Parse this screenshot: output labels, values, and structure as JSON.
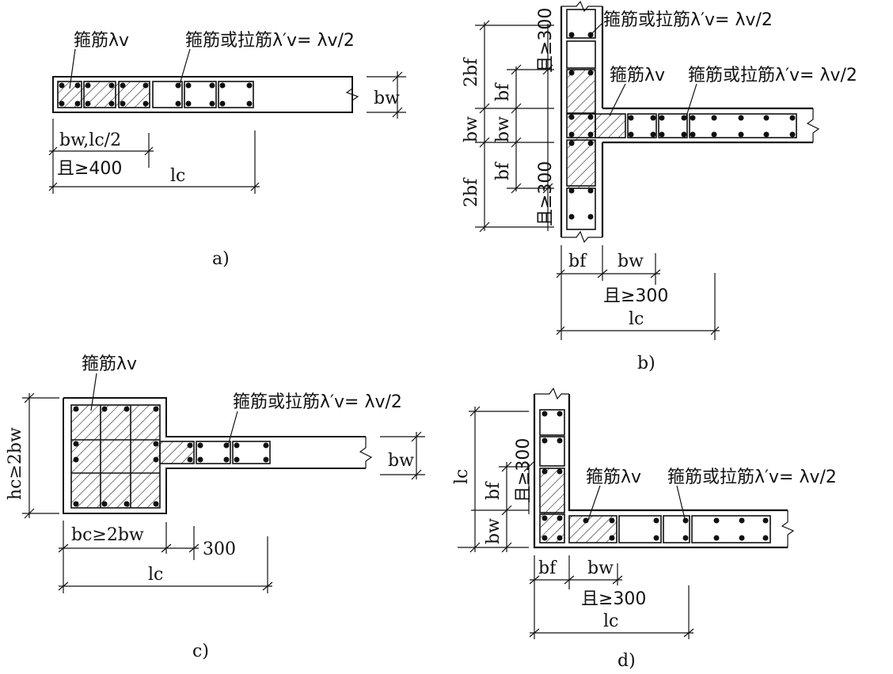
{
  "a": {
    "label_stirrup": "箍筋λv",
    "label_tie": "箍筋或拉筋λ′v= λv/2",
    "dim_bw": "bw",
    "dim_bw_lc2": "bw,lc/2",
    "dim_ge400": "且≥400",
    "dim_lc": "lc",
    "caption": "a)"
  },
  "b": {
    "label_tie_top": "箍筋或拉筋λ′v= λv/2",
    "label_stirrup": "箍筋λv",
    "label_tie": "箍筋或拉筋λ′v= λv/2",
    "dim_2bf_top": "2bf",
    "dim_bf_top": "bf",
    "dim_ge300_top": "且≥300",
    "dim_bw_left": "bw",
    "dim_bw_mid": "bw",
    "dim_2bf_bottom": "2bf",
    "dim_bf_bottom": "bf",
    "dim_ge300_bottom": "且≥300",
    "dim_bf_h": "bf",
    "dim_bw_h": "bw",
    "dim_ge300_h": "且≥300",
    "dim_lc": "lc",
    "caption": "b)"
  },
  "c": {
    "label_stirrup": "箍筋λv",
    "label_tie": "箍筋或拉筋λ′v= λv/2",
    "dim_hc": "hc≥2bw",
    "dim_bw": "bw",
    "dim_bc": "bc≥2bw",
    "dim_300": "300",
    "dim_lc": "lc",
    "caption": "c)"
  },
  "d": {
    "label_stirrup": "箍筋λv",
    "label_tie": "箍筋或拉筋λ′v= λv/2",
    "dim_lc_v": "lc",
    "dim_ge300_v": "且≥300",
    "dim_bf_v": "bf",
    "dim_bw_v": "bw",
    "dim_bf_h": "bf",
    "dim_bw_h": "bw",
    "dim_ge300_h": "且≥300",
    "dim_lc_h": "lc",
    "caption": "d)"
  }
}
